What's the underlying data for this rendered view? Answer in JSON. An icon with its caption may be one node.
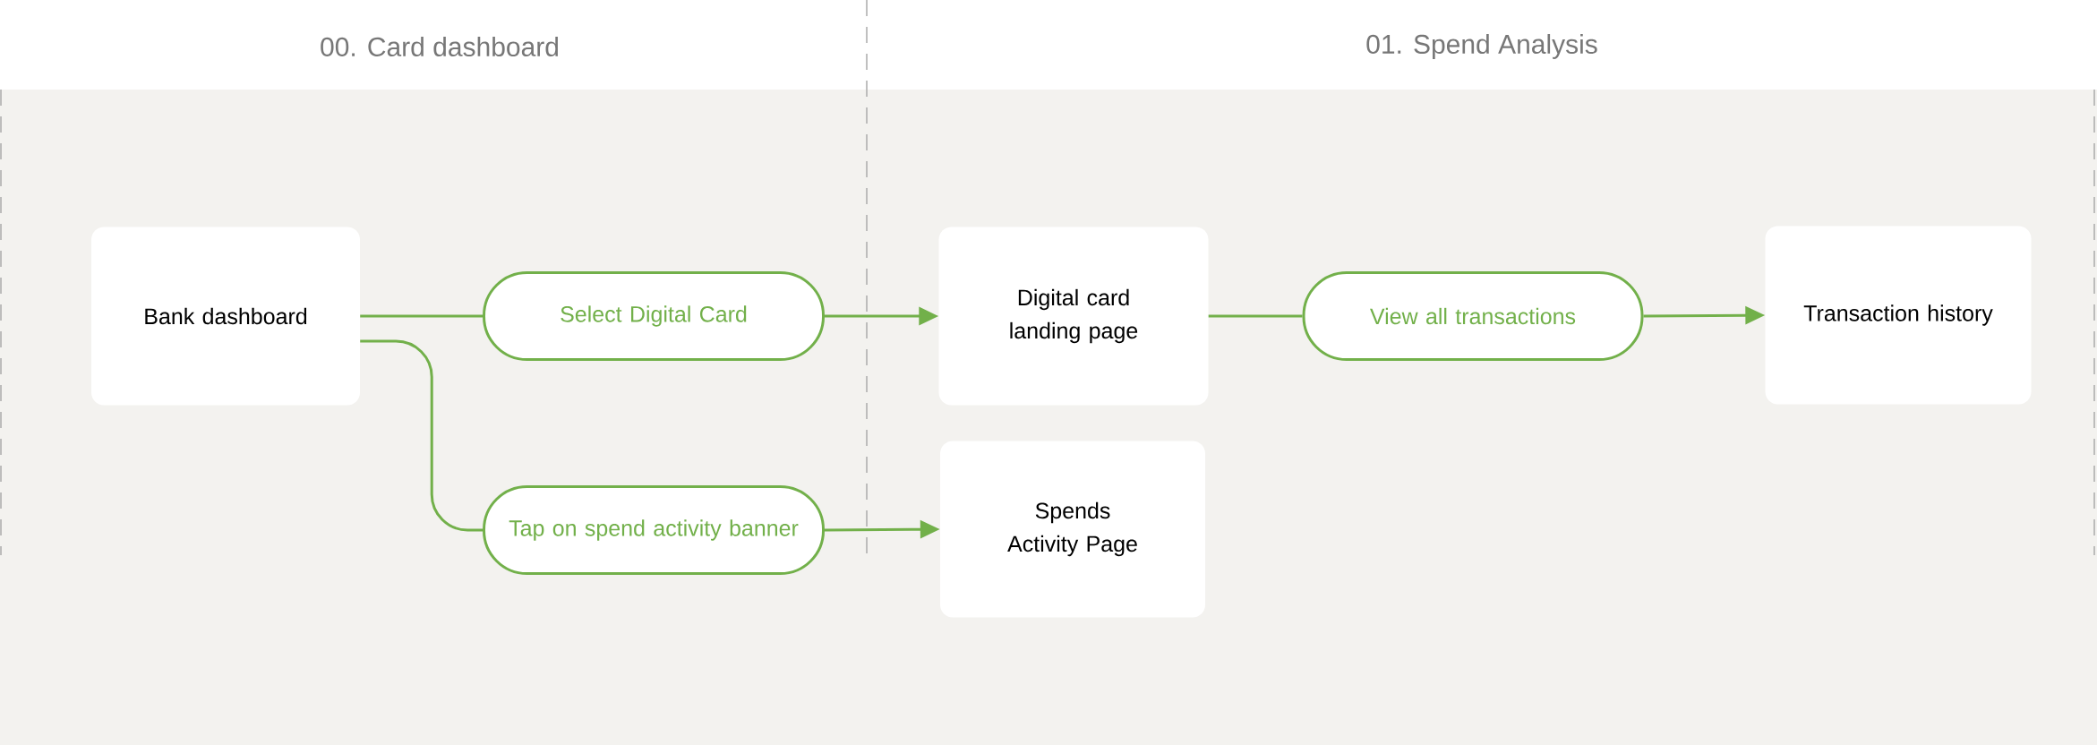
{
  "diagram": {
    "nodes": [
      {
        "text": [
          "Bank dashboard"
        ]
      },
      {
        "text": [
          "Select Digital Card"
        ]
      },
      {
        "text": [
          "Tap on spend activity banner"
        ]
      },
      {
        "text": [
          "Digital card landing page"
        ]
      },
      {
        "text": [
          "Spends Activity Page"
        ]
      },
      {
        "text": [
          "View all transactions"
        ]
      },
      {
        "text": [
          "Transaction history"
        ]
      }
    ],
    "edges": [
      {
        "from": 0,
        "to": 1,
        "arrow": "none"
      },
      {
        "from": 1,
        "to": 3,
        "arrow": "to"
      },
      {
        "from": 0,
        "to": 2,
        "arrow": "none"
      },
      {
        "from": 2,
        "to": 4,
        "arrow": "to"
      },
      {
        "from": 3,
        "to": 5,
        "arrow": "none"
      },
      {
        "from": 5,
        "to": 6,
        "arrow": "to"
      }
    ],
    "labels": [
      "00. Card dashboard",
      "01. Spend Analysis"
    ]
  }
}
